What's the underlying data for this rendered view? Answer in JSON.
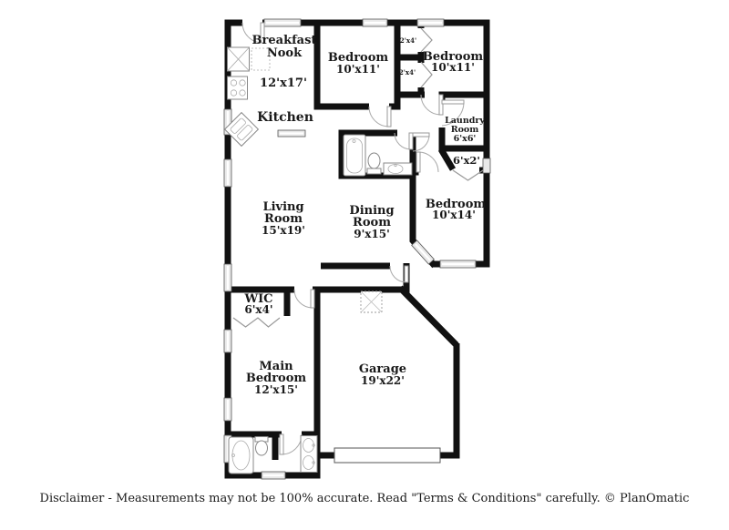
{
  "page": {
    "background_color": "#ffffff",
    "wall_color": "#111111"
  },
  "floorplan": {
    "rooms": {
      "breakfast_nook": {
        "name_line1": "Breakfast",
        "name_line2": "Nook",
        "dims": "12'x17'"
      },
      "kitchen": {
        "name": "Kitchen"
      },
      "bedroom_top_left": {
        "name": "Bedroom",
        "dims": "10'x11'"
      },
      "bedroom_top_right": {
        "name": "Bedroom",
        "dims": "10'x11'"
      },
      "closet_upper": {
        "dims": "2'x4'"
      },
      "closet_lower": {
        "dims": "2'x4'"
      },
      "laundry_room": {
        "name_line1": "Laundry",
        "name_line2": "Room",
        "dims": "6'x6'"
      },
      "hall_closet": {
        "dims": "6'x2'"
      },
      "bedroom_right": {
        "name": "Bedroom",
        "dims": "10'x14'"
      },
      "living_room": {
        "name_line1": "Living",
        "name_line2": "Room",
        "dims": "15'x19'"
      },
      "dining_room": {
        "name_line1": "Dining",
        "name_line2": "Room",
        "dims": "9'x15'"
      },
      "wic": {
        "name": "WIC",
        "dims": "6'x4'"
      },
      "main_bedroom": {
        "name_line1": "Main",
        "name_line2": "Bedroom",
        "dims": "12'x15'"
      },
      "garage": {
        "name": "Garage",
        "dims": "19'x22'"
      }
    }
  },
  "footer": {
    "disclaimer": "Disclaimer - Measurements may not be 100% accurate. Read \"Terms & Conditions\" carefully. © PlanOmatic"
  }
}
